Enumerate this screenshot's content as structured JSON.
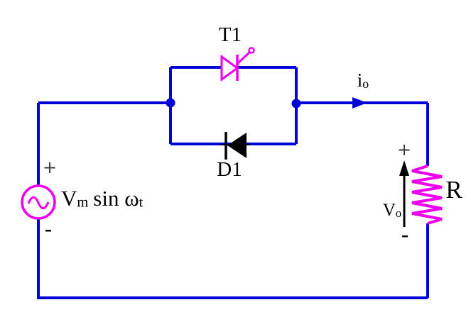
{
  "diagram": {
    "type": "power-electronics-circuit",
    "description": "Single-phase half-controlled converter: thyristor T1 in antiparallel with diode D1, AC source feeding resistive load R"
  },
  "colors": {
    "wire": "#0101d8",
    "accent": "#ee00ee",
    "ink": "#000000",
    "polarity": "#3c3c3c",
    "bg": "#ffffff"
  },
  "labels": {
    "thyristor": "T1",
    "diode": "D1",
    "resistor": "R",
    "source_main": "V",
    "source_sub": "m",
    "source_fn": "sin ω",
    "source_fn_sub": "t",
    "source_plus": "+",
    "source_minus": "-",
    "current_main": "i",
    "current_sub": "o",
    "voltage_main": "V",
    "voltage_sub": "o",
    "load_plus": "+",
    "load_minus": "-"
  }
}
